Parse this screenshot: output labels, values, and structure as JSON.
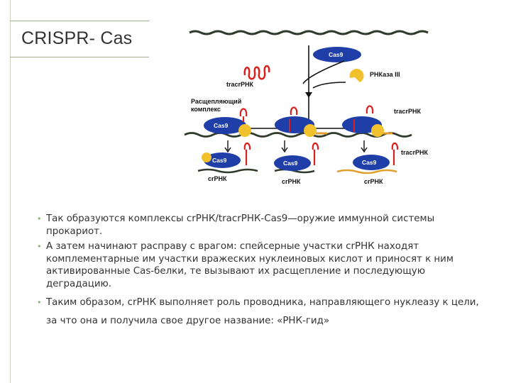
{
  "slide": {
    "title": "CRISPR- Cas"
  },
  "figure": {
    "labels": {
      "cas9_top": "Cas9",
      "rnase": "РНКаза III",
      "tracr_top": "tracrРНК",
      "complex_line1": "Расщепляющий",
      "complex_line2": "комплекс",
      "cas9_row1a": "Cas9",
      "tracr_row1": "tracrРНК",
      "tracr_row2": "tracrРНК",
      "cas9_row2a": "Cas9",
      "cas9_row2b": "Cas9",
      "cas9_row2c": "Cas9",
      "cr1": "crРНК",
      "cr2": "crРНК",
      "cr3": "crРНК"
    },
    "colors": {
      "dna": "#2e3a2a",
      "cas9": "#1f3ea8",
      "rnase": "#f2c12e",
      "crrna": "#d8201e",
      "pam": "#e0a030"
    }
  },
  "bullets": [
    "Так образуются комплексы crРНК/tracrРНК-Cas9—оружие иммунной системы прокариот.",
    "А затем начинают расправу с врагом: спейсерные участки crРНК находят комплементарные им участки вражеских нуклеиновых кислот и приносят к ним активированные Cas-белки, те вызывают их расщепление и последующую деградацию.",
    "Таким образом, crРНК выполняет роль проводника, направляющего нуклеазу к цели, за что она и получила свое другое название: «РНК-гид»"
  ]
}
